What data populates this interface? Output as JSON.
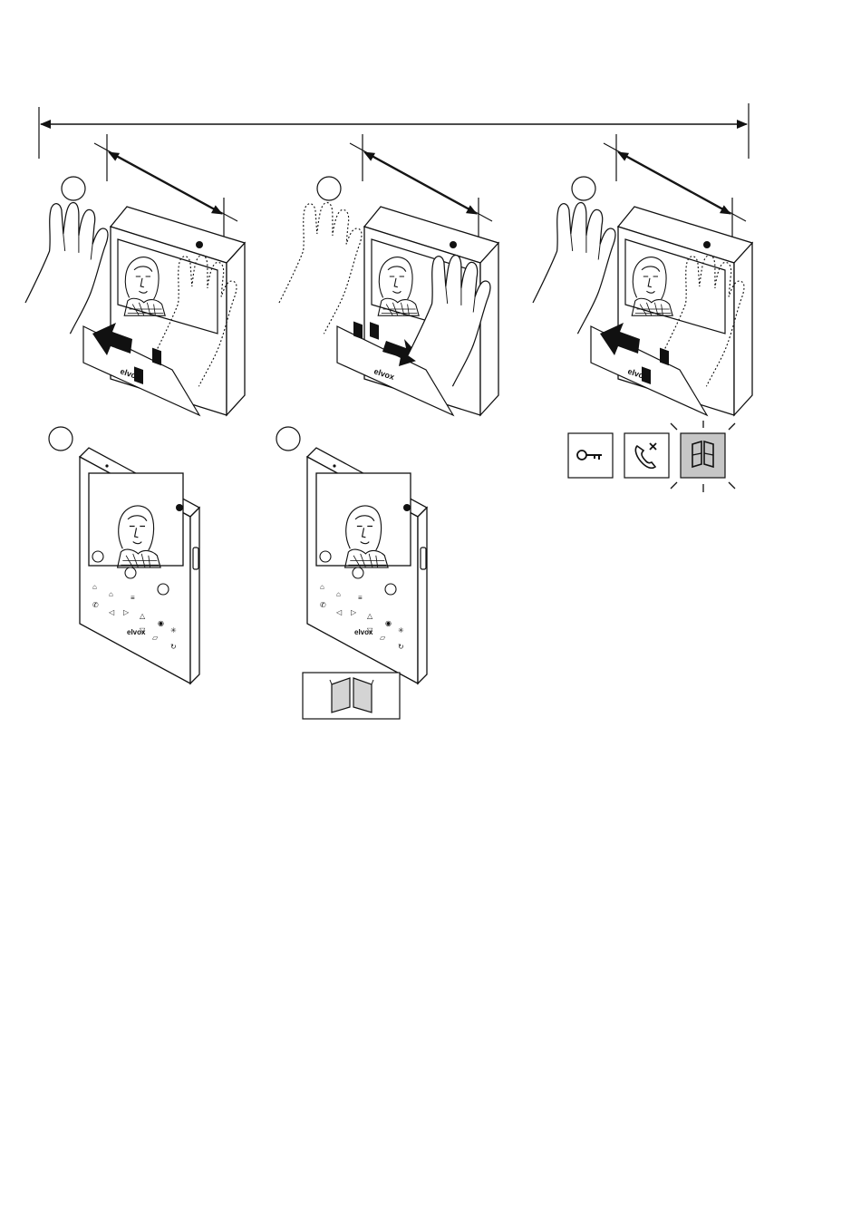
{
  "diagram": {
    "description_type": "gesture-instruction-diagram",
    "panels": [
      {
        "step_marker": "",
        "gesture": "swipe-left"
      },
      {
        "step_marker": "",
        "gesture": "swipe-right"
      },
      {
        "step_marker": "",
        "gesture": "swipe-left"
      }
    ],
    "monitors": [
      {
        "step_marker": ""
      },
      {
        "step_marker": ""
      }
    ],
    "monitor_brand_text": "elvox",
    "icons_row": [
      "key-icon",
      "call-end-icon",
      "gate-icon"
    ],
    "highlighted_icon": "gate-icon",
    "gate_callout_icon": "gate-open-icon",
    "colors": {
      "line": "#111111",
      "highlight_fill": "#c6c6c6",
      "gate_fill": "#d4d4d4",
      "background": "#ffffff"
    }
  }
}
